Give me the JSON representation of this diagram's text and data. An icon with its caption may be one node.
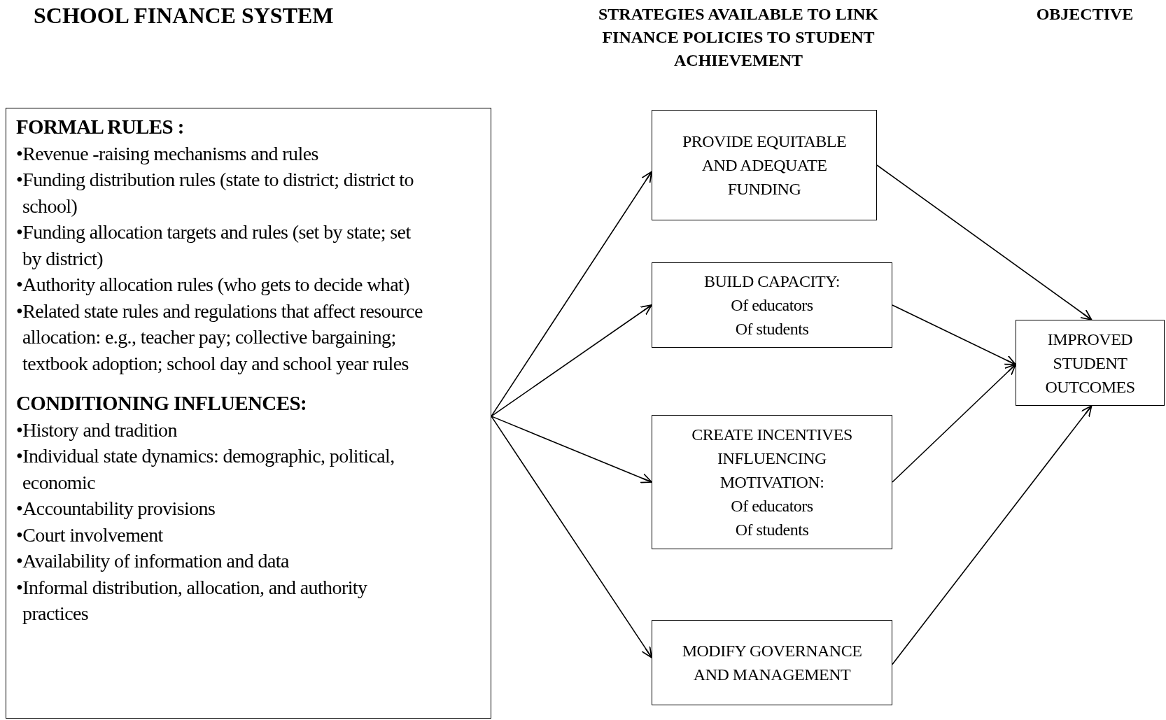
{
  "diagram": {
    "title": "SCHOOL FINANCE SYSTEM",
    "labels": [
      "STRATEGIES AVAILABLE TO LINK FINANCE POLICIES TO STUDENT ACHIEVEMENT",
      "OBJECTIVE"
    ],
    "nodes": [
      {
        "text": [
          "FORMAL RULES :",
          "•Revenue -raising mechanisms and rules",
          "•Funding distribution rules (state to district; district to school)",
          "•Funding allocation targets and rules (set by state; set by district)",
          "•Authority allocation rules (who gets to decide what)",
          "•Related state rules and regulations that affect resource allocation: e.g., teacher pay; collective bargaining; textbook adoption; school day and school year rules",
          "CONDITIONING INFLUENCES:",
          "•History and tradition",
          "•Individual state dynamics: demographic, political, economic",
          "•Accountability provisions",
          "•Court involvement",
          "•Availability of information and data",
          "•Informal distribution, allocation, and authority practices"
        ]
      },
      {
        "text": [
          "PROVIDE EQUITABLE AND ADEQUATE FUNDING"
        ]
      },
      {
        "text": [
          "BUILD CAPACITY:",
          "Of educators",
          "Of students"
        ]
      },
      {
        "text": [
          "CREATE INCENTIVES INFLUENCING MOTIVATION:",
          "Of educators",
          "Of students"
        ]
      },
      {
        "text": [
          "MODIFY GOVERNANCE AND MANAGEMENT"
        ]
      },
      {
        "text": [
          "IMPROVED STUDENT OUTCOMES"
        ]
      }
    ],
    "edges": [
      {
        "from": 0,
        "to": 1,
        "arrow": "to"
      },
      {
        "from": 0,
        "to": 2,
        "arrow": "to"
      },
      {
        "from": 0,
        "to": 3,
        "arrow": "to"
      },
      {
        "from": 0,
        "to": 4,
        "arrow": "to"
      },
      {
        "from": 1,
        "to": 5,
        "arrow": "to"
      },
      {
        "from": 2,
        "to": 5,
        "arrow": "to"
      },
      {
        "from": 3,
        "to": 5,
        "arrow": "to"
      },
      {
        "from": 4,
        "to": 5,
        "arrow": "to"
      }
    ]
  }
}
